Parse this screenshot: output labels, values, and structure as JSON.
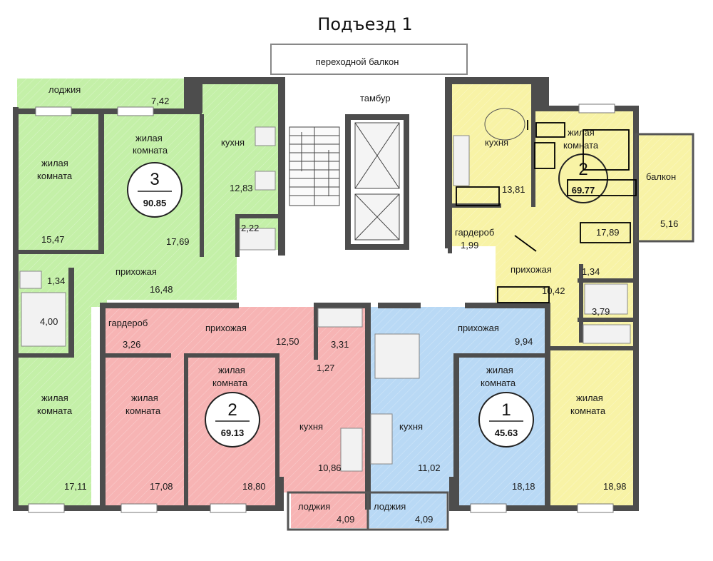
{
  "title": "Подъезд 1",
  "colors": {
    "apt3": "#c4f0a8",
    "apt2_red": "#f7b4b4",
    "apt1": "#b9d9f5",
    "apt2_yellow": "#f8f3a6",
    "stair": "#ffffff",
    "wall": "#4d4d4d"
  },
  "labels": {
    "transit_balcony": "переходной балкон",
    "vestibule": "тамбур",
    "loggia": "лоджия",
    "living_room": "жилая",
    "living_room2": "комната",
    "kitchen": "кухня",
    "hall": "прихожая",
    "wardrobe": "гардероб",
    "balcony": "балкон"
  },
  "apartments": [
    {
      "number": "3",
      "area": "90.85"
    },
    {
      "number": "2",
      "area": "69.13"
    },
    {
      "number": "1",
      "area": "45.63"
    },
    {
      "number": "2",
      "area": "69.77"
    }
  ],
  "areas": {
    "a3_loggia": "7,42",
    "a3_living1": "15,47",
    "a3_living2": "17,69",
    "a3_kitchen": "12,83",
    "a3_bath": "2,22",
    "a3_wc": "1,34",
    "a3_bath2": "4,00",
    "a3_hall": "16,48",
    "a3_living3": "17,11",
    "a2_wardrobe": "3,26",
    "a2_hall": "12,50",
    "a2_bath": "3,31",
    "a2_wc": "1,27",
    "a2_living1": "17,08",
    "a2_living2": "18,80",
    "a2_kitchen": "10,86",
    "a2_loggia": "4,09",
    "a1_loggia": "4,09",
    "a1_hall": "9,94",
    "a1_kitchen": "11,02",
    "a1_living": "18,18",
    "y_kitchen": "13,81",
    "y_wardrobe": "1,99",
    "y_living1": "17,89",
    "y_balcony": "5,16",
    "y_wc": "1,34",
    "y_hall": "10,42",
    "y_bath": "3,79",
    "y_living2": "18,98"
  }
}
